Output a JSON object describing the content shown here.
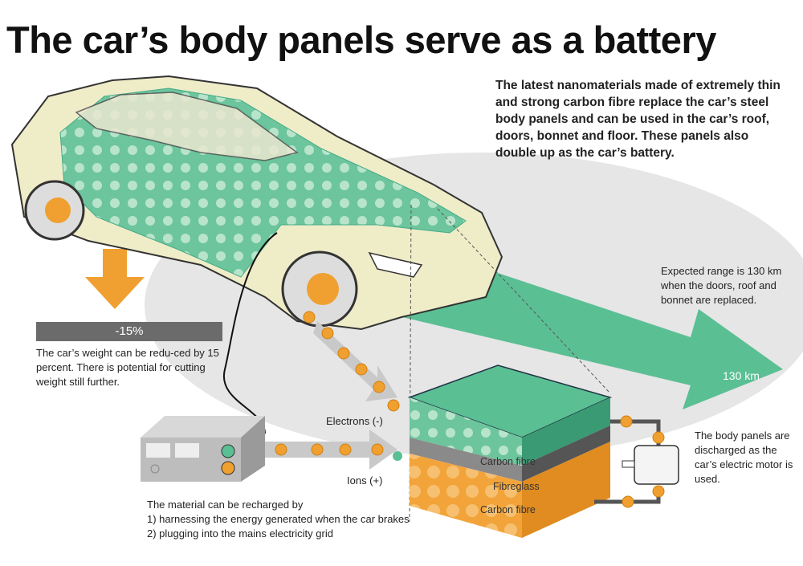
{
  "title": "The car’s body panels serve as a battery",
  "intro": "The latest nanomaterials made of extremely thin and strong carbon fibre replace the car’s steel body panels and can be used in the car’s roof, doors, bonnet and floor. These panels also double up as the car’s battery.",
  "weight": {
    "badge": "-15%",
    "text": "The car’s weight can be redu-ced by 15 percent. There is potential for cutting weight still further."
  },
  "range": {
    "text": "Expected range is 130 km when the doors, roof and bonnet are replaced.",
    "arrow_label": "130 km"
  },
  "discharge_text": "The body panels are discharged as the car’s electric motor is used.",
  "flow": {
    "electrons": "Electrons (-)",
    "ions": "Ions (+)"
  },
  "layers": [
    "Carbon fibre",
    "Fibreglass",
    "Carbon fibre"
  ],
  "recharge": {
    "heading": "The material can be recharged by",
    "items": [
      "1) harnessing the energy generated when the car brakes",
      "2) plugging into the mains electricity grid"
    ]
  },
  "colors": {
    "green": "#5bbf94",
    "orange": "#f0a030",
    "gray": "#6b6b6b",
    "cream": "#efecc8"
  }
}
